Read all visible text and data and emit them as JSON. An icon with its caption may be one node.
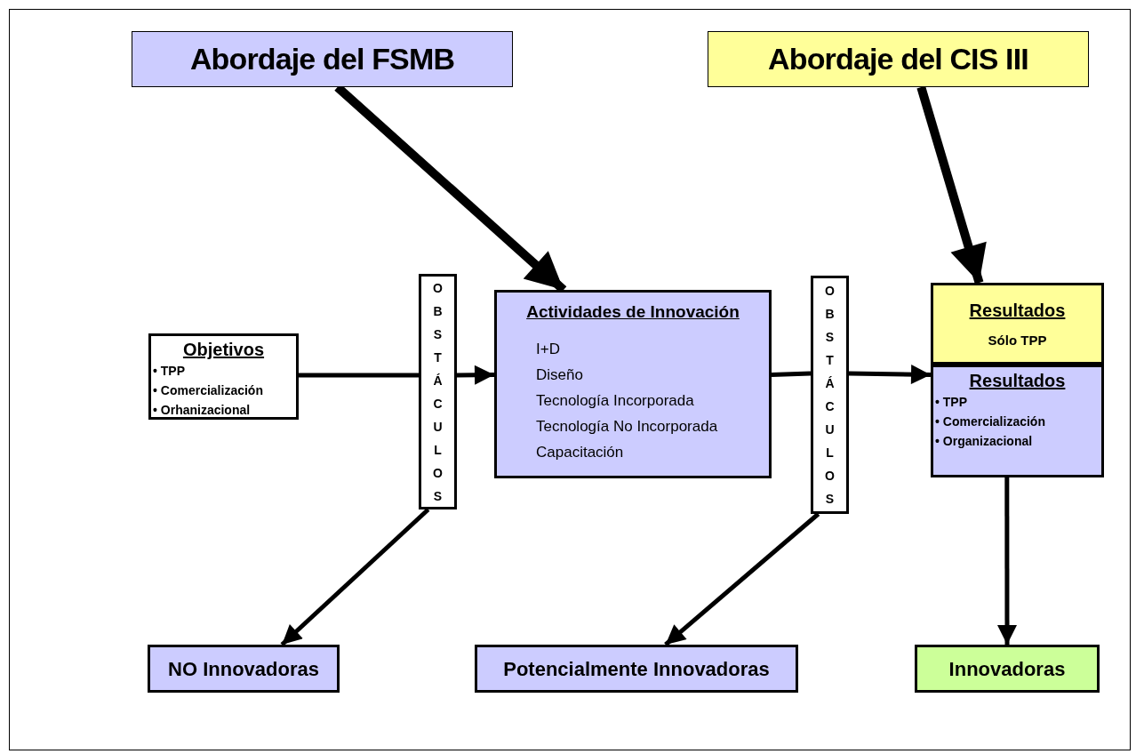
{
  "diagram": {
    "nodes": [
      {
        "text": [
          "Abordaje del FSMB"
        ]
      },
      {
        "text": [
          "Abordaje del CIS III"
        ]
      },
      {
        "text": [
          "Objetivos",
          "• TPP",
          "• Comercialización",
          "• Orhanizacional"
        ]
      },
      {
        "text": [
          "OBSTÁCULOS"
        ]
      },
      {
        "text": [
          "Actividades de Innovación",
          "I+D",
          "Diseño",
          "Tecnología Incorporada",
          "Tecnología No Incorporada",
          "Capacitación"
        ]
      },
      {
        "text": [
          "OBSTÁCULOS"
        ]
      },
      {
        "text": [
          "Resultados",
          "Sólo TPP"
        ]
      },
      {
        "text": [
          "Resultados",
          "• TPP",
          "• Comercialización",
          "• Organizacional"
        ]
      },
      {
        "text": [
          "NO Innovadoras"
        ]
      },
      {
        "text": [
          "Potencialmente Innovadoras"
        ]
      },
      {
        "text": [
          "Innovadoras"
        ]
      }
    ],
    "edges": [
      {
        "from": 0,
        "to": 4,
        "arrow": "to",
        "style": "thick"
      },
      {
        "from": 1,
        "to": 6,
        "arrow": "to",
        "style": "thick"
      },
      {
        "from": 2,
        "to": 3,
        "arrow": "none"
      },
      {
        "from": 3,
        "to": 4,
        "arrow": "to"
      },
      {
        "from": 4,
        "to": 5,
        "arrow": "none"
      },
      {
        "from": 5,
        "to": 7,
        "arrow": "to"
      },
      {
        "from": 3,
        "to": 8,
        "arrow": "to"
      },
      {
        "from": 5,
        "to": 9,
        "arrow": "to"
      },
      {
        "from": 7,
        "to": 10,
        "arrow": "to"
      }
    ]
  }
}
